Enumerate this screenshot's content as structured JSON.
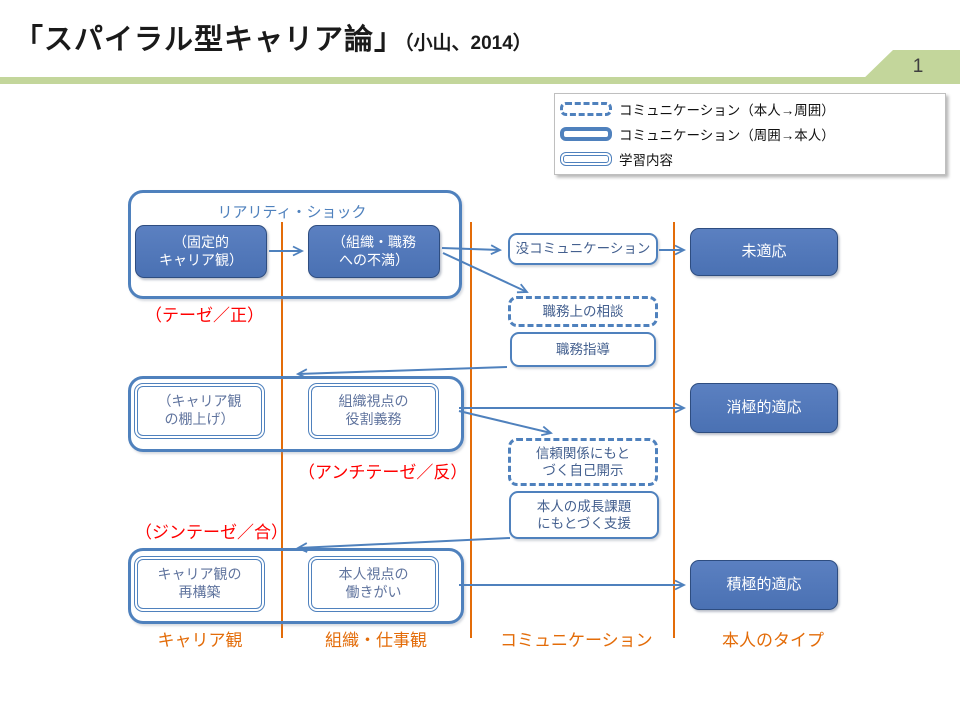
{
  "slide": {
    "title": "「スパイラル型キャリア論」",
    "title_suffix": "（小山、2014）",
    "page_number": "1"
  },
  "legend": {
    "items": [
      {
        "style": "dashed",
        "label": "コミュニケーション（本人→周囲）"
      },
      {
        "style": "solid",
        "label": "コミュニケーション（周囲→本人）"
      },
      {
        "style": "double",
        "label": "学習内容"
      }
    ]
  },
  "diagram": {
    "group1_label": "リアリティ・ショック",
    "g1_box1": "（固定的\nキャリア観）",
    "g1_box2": "（組織・職務\nへの不満）",
    "tag1": "（テーゼ／正）",
    "comm1": "没コミュニケーション",
    "outcome1": "未適応",
    "comm2": "職務上の相談",
    "comm3": "職務指導",
    "g2_box1": "（キャリア観\nの棚上げ）",
    "g2_box2": "組織視点の\n役割義務",
    "tag2": "（アンチテーゼ／反）",
    "outcome2": "消極的適応",
    "comm4": "信頼関係にもと\nづく自己開示",
    "comm5": "本人の成長課題\nにもとづく支援",
    "tag3": "（ジンテーゼ／合）",
    "g3_box1": "キャリア観の\n再構築",
    "g3_box2": "本人視点の\n働きがい",
    "outcome3": "積極的適応",
    "columns": [
      "キャリア観",
      "組織・仕事観",
      "コミュニケーション",
      "本人のタイプ"
    ]
  },
  "colors": {
    "accent_blue": "#4F81BD",
    "dark_blue": "#2E4D80",
    "orange": "#E36C09",
    "red": "#FF0000",
    "green_band": "#C3D69B"
  }
}
